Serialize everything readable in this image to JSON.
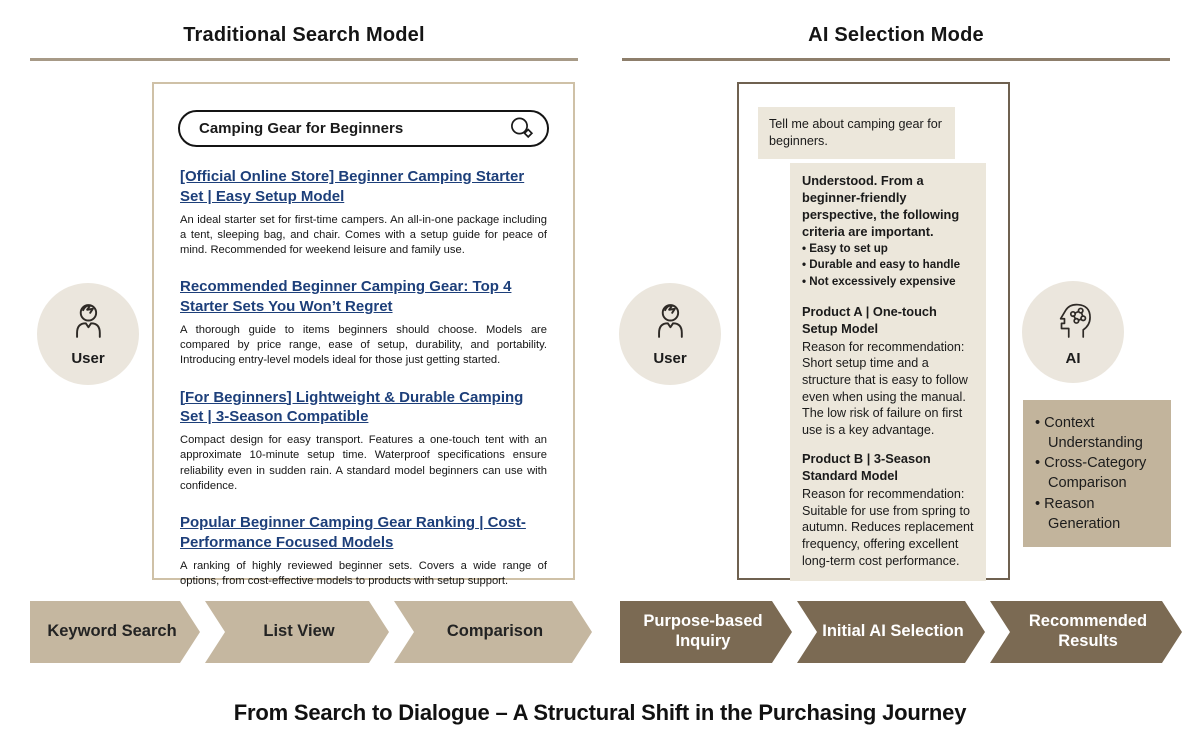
{
  "left": {
    "title": "Traditional Search Model",
    "search": {
      "query": "Camping Gear for Beginners",
      "icon": "magnifier-icon"
    },
    "results": [
      {
        "title": "[Official Online Store] Beginner Camping Starter Set | Easy Setup Model",
        "desc": "An ideal starter set for first-time campers. An all-in-one package including a tent, sleeping bag, and chair. Comes with a setup guide for peace of mind. Recommended for weekend leisure and family use."
      },
      {
        "title": "Recommended Beginner Camping Gear: Top 4 Starter Sets You Won’t Regret",
        "desc": "A thorough guide to items beginners should choose. Models are compared by price range, ease of setup, durability, and portability. Introducing entry-level models ideal for those just getting started."
      },
      {
        "title": "[For Beginners] Lightweight & Durable Camping Set | 3-Season Compatible",
        "desc": "Compact design for easy transport. Features a one-touch tent with an approximate 10-minute setup time. Waterproof specifications ensure reliability even in sudden rain. A standard model beginners can use with confidence."
      },
      {
        "title": "Popular Beginner Camping Gear Ranking | Cost-Performance Focused Models",
        "desc": "A ranking of highly reviewed beginner sets. Covers a wide range of options, from cost-effective models to products with setup support."
      }
    ],
    "actor_label": "User",
    "flow": [
      "Keyword Search",
      "List View",
      "Comparison"
    ]
  },
  "right": {
    "title": "AI Selection Mode",
    "user_actor_label": "User",
    "ai_actor_label": "AI",
    "user_message": "Tell me about camping gear for beginners.",
    "ai_message": {
      "intro": "Understood. From a beginner-friendly perspective, the following criteria are important.",
      "criteria": [
        "Easy to set up",
        "Durable and easy to handle",
        "Not excessively expensive"
      ],
      "products": [
        {
          "name": "Product A | One-touch Setup Model",
          "reason": "Reason for recommendation: Short setup time and a structure that is easy to follow even when using the manual. The low risk of failure on first use is a key advantage."
        },
        {
          "name": "Product B | 3-Season Standard Model",
          "reason": "Reason for recommendation: Suitable for use from spring to autumn. Reduces replacement frequency, offering excellent long-term cost performance."
        }
      ]
    },
    "ai_capabilities": [
      "Context Understanding",
      "Cross-Category Comparison",
      "Reason Generation"
    ],
    "flow": [
      "Purpose-based Inquiry",
      "Initial AI Selection",
      "Recommended Results"
    ]
  },
  "footer": {
    "title": "From Search to Dialogue – A Structural Shift in the Purchasing Journey"
  },
  "colors": {
    "tan_fill": "#c5b7a0",
    "brown_fill": "#7b6a53",
    "beige_bubble": "#ece7db",
    "circle_fill": "#ebe6dd",
    "panel_border_light": "#cfc1a7",
    "panel_border_dark": "#6f6150",
    "rule_left": "#a79a87",
    "rule_right": "#8d7e6b",
    "link_blue": "#1d3f7a"
  }
}
